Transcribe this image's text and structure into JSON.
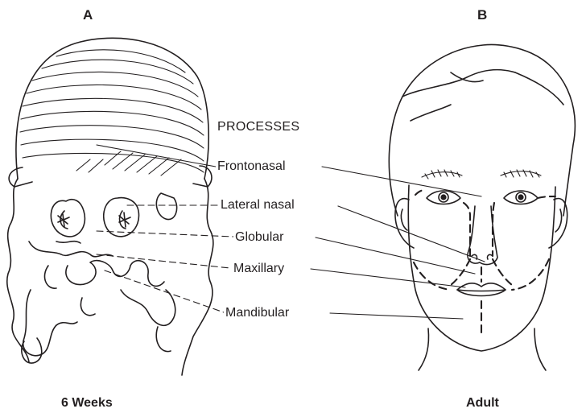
{
  "panels": {
    "left": {
      "letter": "A",
      "caption": "6 Weeks"
    },
    "right": {
      "letter": "B",
      "caption": "Adult"
    }
  },
  "heading": "PROCESSES",
  "processes": [
    {
      "key": "frontonasal",
      "label": "Frontonasal"
    },
    {
      "key": "lateral_nasal",
      "label": "Lateral nasal"
    },
    {
      "key": "globular",
      "label": "Globular"
    },
    {
      "key": "maxillary",
      "label": "Maxillary"
    },
    {
      "key": "mandibular",
      "label": "Mandibular"
    }
  ],
  "colors": {
    "ink": "#231f20",
    "background": "#ffffff"
  }
}
